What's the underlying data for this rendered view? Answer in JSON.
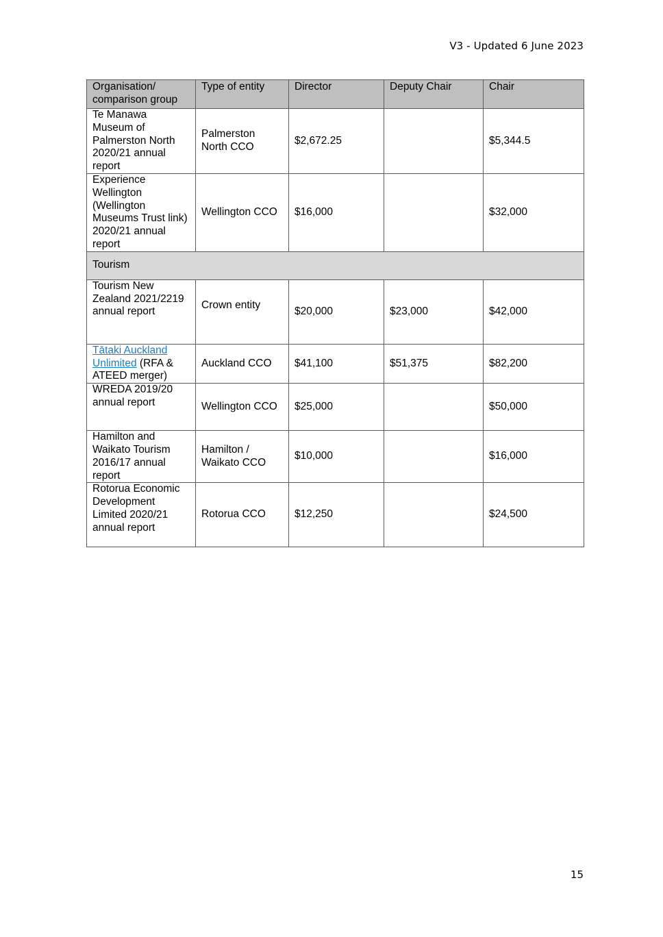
{
  "header": {
    "version": "V3 - Updated 6 June 2023"
  },
  "table": {
    "columns": [
      "Organisation/ comparison group",
      "Type of entity",
      "Director",
      "Deputy Chair",
      "Chair"
    ],
    "rows_museums": [
      {
        "org": "Te Manawa Museum of Palmerston North 2020/21 annual report",
        "type": "Palmerston North CCO",
        "director": "$2,672.25",
        "deputy": "",
        "chair": "$5,344.5"
      },
      {
        "org": "Experience Wellington (Wellington Museums Trust link) 2020/21 annual report",
        "type": "Wellington CCO",
        "director": "$16,000",
        "deputy": "",
        "chair": "$32,000"
      }
    ],
    "section_tourism": "Tourism",
    "rows_tourism": [
      {
        "org": "Tourism New Zealand 2021/2219 annual report",
        "type": "Crown entity",
        "director": "$20,000",
        "deputy": "$23,000",
        "chair": "$42,000"
      },
      {
        "org_link": "Tātaki Auckland Unlimited",
        "org_rest": " (RFA & ATEED merger)",
        "type": "Auckland CCO",
        "director": "$41,100",
        "deputy": "$51,375",
        "chair": "$82,200"
      },
      {
        "org": "WREDA 2019/20 annual report",
        "type": "Wellington CCO",
        "director": "$25,000",
        "deputy": "",
        "chair": "$50,000"
      },
      {
        "org": "Hamilton and Waikato Tourism 2016/17 annual report",
        "type": "Hamilton / Waikato CCO",
        "director": "$10,000",
        "deputy": "",
        "chair": "$16,000"
      },
      {
        "org": "Rotorua Economic Development Limited 2020/21 annual report",
        "type": "Rotorua CCO",
        "director": "$12,250",
        "deputy": "",
        "chair": "$24,500"
      }
    ]
  },
  "footer": {
    "page_number": "15"
  }
}
